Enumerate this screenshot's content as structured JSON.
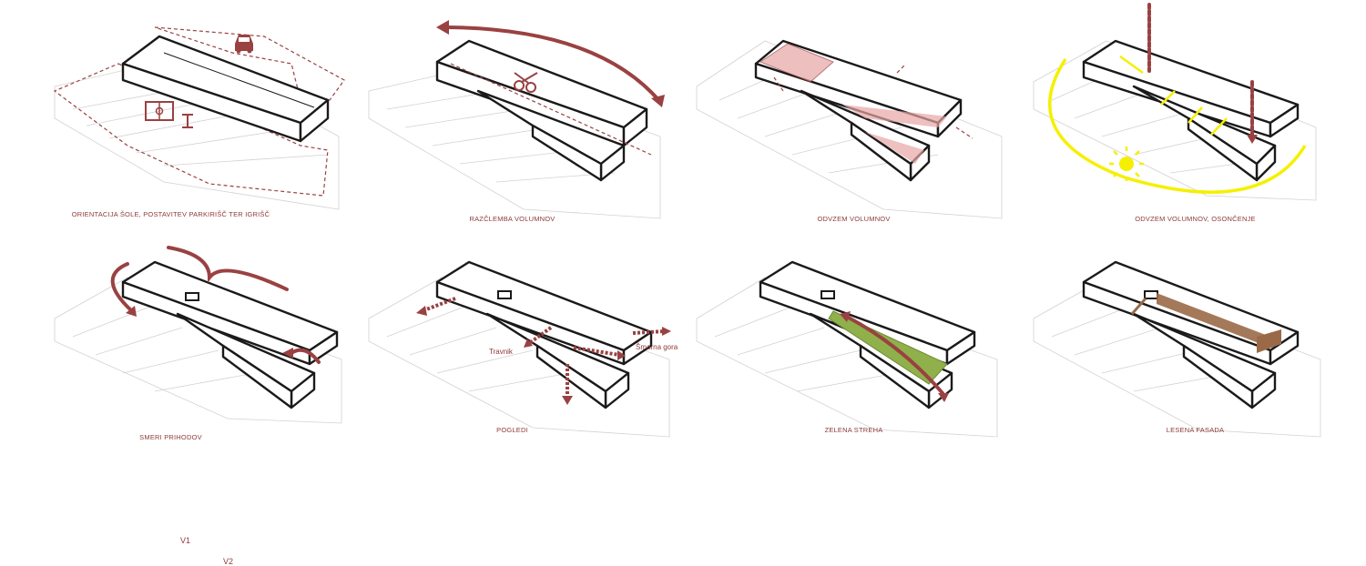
{
  "accent_color": "#9a4141",
  "panels": [
    {
      "caption": "ORIENTACIJA ŠOLE, POSTAVITEV PARKIRIŠČ TER IGRIŠČ",
      "icons": [
        "car-icon",
        "sports-field-icon"
      ]
    },
    {
      "caption": "RAZČLEMBA VOLUMNOV",
      "icons": [
        "scissors-icon"
      ]
    },
    {
      "caption": "ODVZEM VOLUMNOV",
      "icons": []
    },
    {
      "caption": "ODVZEM VOLUMNOV, OSONČENJE",
      "icons": [
        "sun-icon"
      ],
      "sun_color": "#f5f000"
    },
    {
      "caption": "SMERI PRIHODOV",
      "labels": {
        "v1": "V1",
        "v2": "V2"
      }
    },
    {
      "caption": "POGLEDI",
      "labels": {
        "travnik": "Travnik",
        "smarna": "Šmarna gora"
      }
    },
    {
      "caption": "ZELENA STREHA",
      "roof_color": "#8fb04a"
    },
    {
      "caption": "LESENA FASADA",
      "facade_color": "#9a6a48"
    }
  ]
}
